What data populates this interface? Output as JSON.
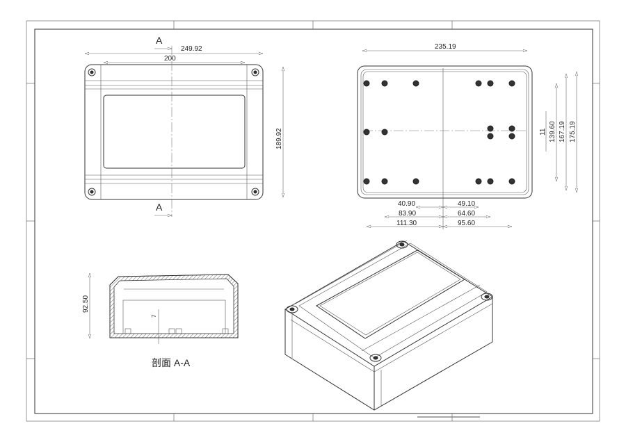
{
  "section_marks": {
    "top": "A",
    "bottom": "A"
  },
  "front_view": {
    "overall_width": "249.92",
    "inner_width": "200",
    "height": "189.92"
  },
  "inside_view": {
    "overall_width": "235.19",
    "height_outer": "175.19",
    "height_mid": "167.19",
    "height_holes": "139.60",
    "hole_spacing": "11",
    "left_dims": [
      "40.90",
      "83.90",
      "111.30"
    ],
    "right_dims": [
      "49.10",
      "64.60",
      "95.60"
    ]
  },
  "section_view": {
    "height": "92.50",
    "floor": "7",
    "caption": "剖面 A-A"
  }
}
